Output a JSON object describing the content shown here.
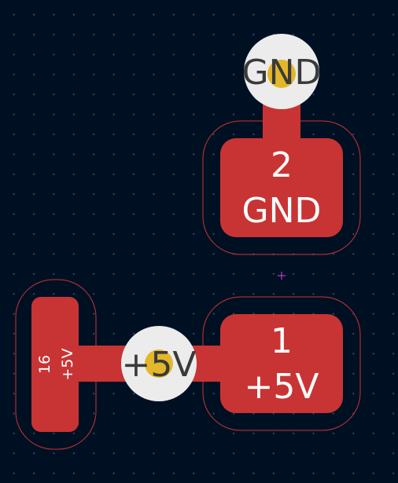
{
  "colors": {
    "background": "#001023",
    "copper": "#c83434",
    "clearance_outline": "#c83434",
    "via_ring": "#ececec",
    "via_drill": "#e3b72b",
    "anchor_cross": "#e040e0"
  },
  "pads": [
    {
      "id": "pad-2",
      "number": "2",
      "net": "GND"
    },
    {
      "id": "pad-1",
      "number": "1",
      "net": "+5V"
    },
    {
      "id": "pad-16",
      "number": "16",
      "net": "+5V"
    }
  ],
  "vias": [
    {
      "id": "via-gnd",
      "net": "GND"
    },
    {
      "id": "via-5v",
      "net": "+5V"
    }
  ]
}
